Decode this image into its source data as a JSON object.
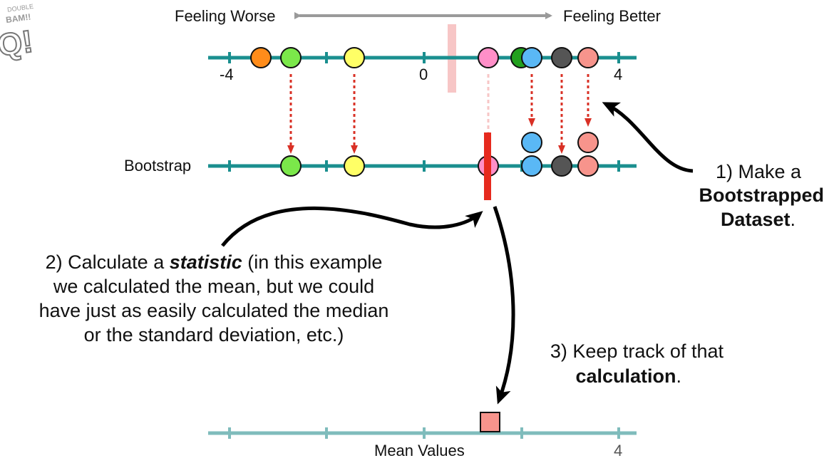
{
  "header": {
    "left_label": "Feeling Worse",
    "right_label": "Feeling Better"
  },
  "top_axis": {
    "tick_labels": [
      "-4",
      "0",
      "4"
    ]
  },
  "bootstrap_axis": {
    "label": "Bootstrap"
  },
  "mean_axis": {
    "label": "Mean Values",
    "tick_label": "4"
  },
  "colors": {
    "axis_teal": "#1a8f8f",
    "axis_light_teal": "#7fbcbc",
    "mean_bar_red": "#e62a1e",
    "original_mean_pink": "#f7c6c6",
    "arrow_red": "#d93025",
    "header_arrow_grey": "#9a9a9a",
    "orange": "#ff8c1a",
    "light_green": "#7be84a",
    "yellow": "#ffff66",
    "pink": "#ff8fc8",
    "dark_green": "#22a01e",
    "light_blue": "#5ab8f5",
    "dark_grey": "#555555",
    "salmon": "#f7948c"
  },
  "notes": {
    "step1": {
      "line1": "1) Make a",
      "line2": "Bootstrapped",
      "line3": "Dataset",
      "line3_end": "."
    },
    "step2": {
      "line1_pre": "2) Calculate a ",
      "line1_bold": "statistic",
      "line1_post": " (in this example",
      "line2": "we calculated the mean, but we could",
      "line3": "have just as easily calculated the median",
      "line4": "or the standard deviation, etc.)"
    },
    "step3": {
      "line1": "3) Keep track of that",
      "line2": "calculation",
      "line2_end": "."
    }
  },
  "logo": {
    "text_small": "DOUBLE",
    "text_big": "BAM!!",
    "text_letters": "Q!"
  }
}
